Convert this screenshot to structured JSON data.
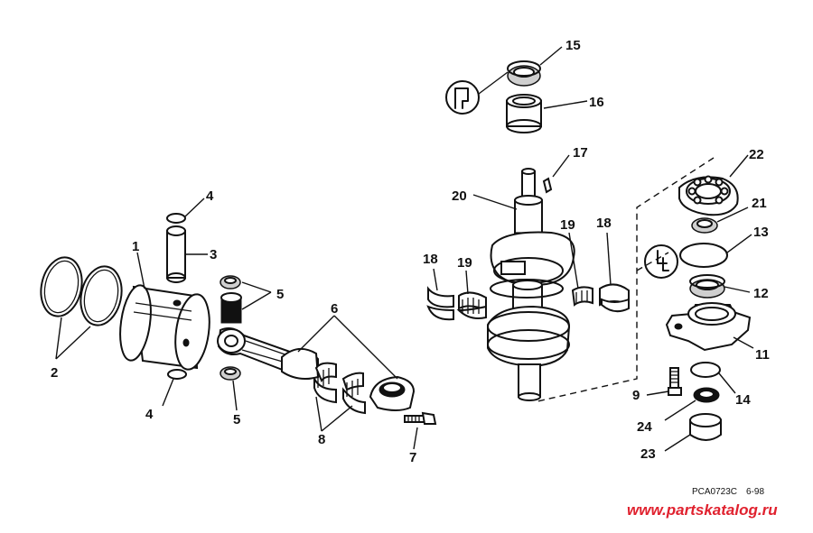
{
  "callouts": {
    "c1": "1",
    "c2": "2",
    "c3": "3",
    "c4a": "4",
    "c4b": "4",
    "c5a": "5",
    "c5b": "5",
    "c6": "6",
    "c7": "7",
    "c8": "8",
    "c9": "9",
    "c11": "11",
    "c12": "12",
    "c13": "13",
    "c14": "14",
    "c15": "15",
    "c16": "16",
    "c17": "17",
    "c18a": "18",
    "c18b": "18",
    "c19a": "19",
    "c19b": "19",
    "c20": "20",
    "c21": "21",
    "c22": "22",
    "c23": "23",
    "c24": "24"
  },
  "reference": {
    "code": "PCA0723C",
    "date": "6-98"
  },
  "watermark": "www.partskatalog.ru",
  "colors": {
    "ink": "#111111",
    "watermark": "#e0212e",
    "background": "#ffffff"
  }
}
